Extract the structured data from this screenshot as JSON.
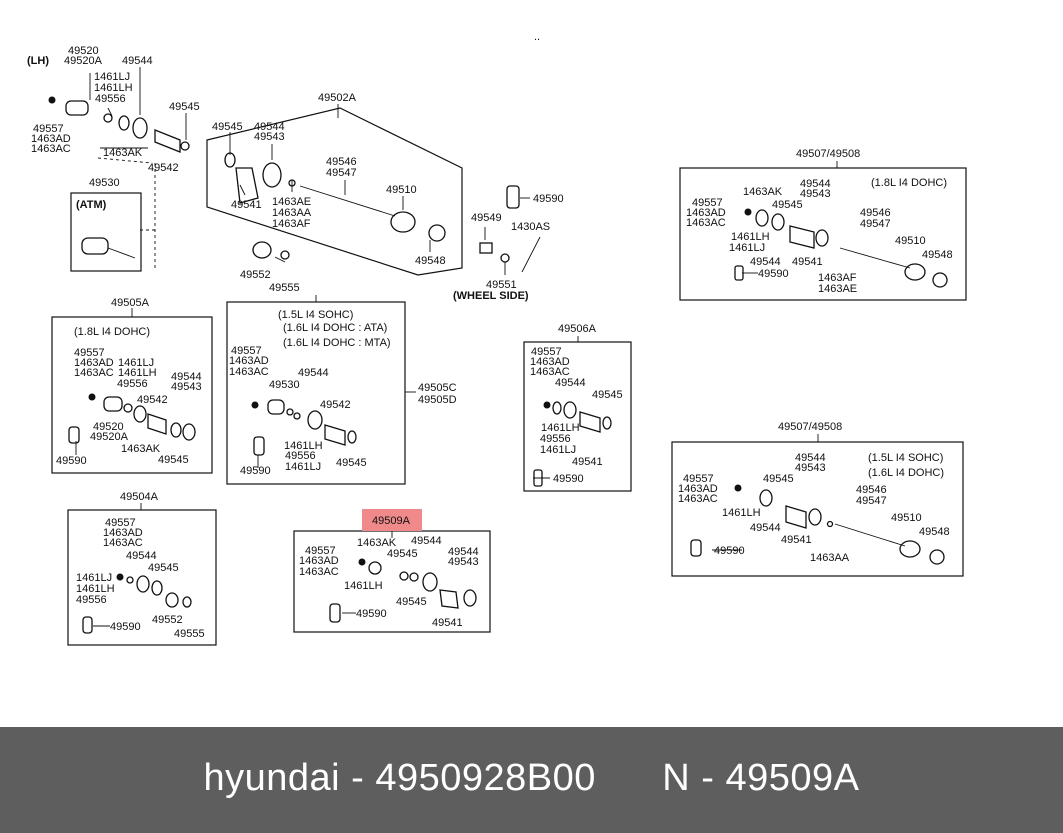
{
  "diagram": {
    "highlight_part": "49509A",
    "highlight_color": "#f08a8a",
    "labels": {
      "top_dots": "..",
      "lh": "(LH)",
      "p49520": "49520",
      "p49520A": "49520A",
      "p49544a": "49544",
      "p1461LJa": "1461LJ",
      "p1461LHa": "1461LH",
      "p49556a": "49556",
      "p49557a": "49557",
      "p1463ADa": "1463AD",
      "p1463ACa": "1463AC",
      "p1463AKa": "1463AK",
      "p49542a": "49542",
      "p49545a": "49545",
      "p49530": "49530",
      "atm": "(ATM)",
      "p49502A": "49502A",
      "p49545b": "49545",
      "p49544b": "49544",
      "p49543b": "49543",
      "p49546b": "49546",
      "p49547b": "49547",
      "p49510b": "49510",
      "p49541b": "49541",
      "p1463AEb": "1463AE",
      "p1463AAb": "1463AA",
      "p1463AFb": "1463AF",
      "p49548b": "49548",
      "p49552b": "49552",
      "p49555b": "49555",
      "p49590c": "49590",
      "p49549": "49549",
      "p1430AS": "1430AS",
      "p49551": "49551",
      "wheel_side": "(WHEEL SIDE)",
      "p49507_49508_top": "49507/49508",
      "dohc18_top": "(1.8L I4 DOHC)",
      "p1463AKd": "1463AK",
      "p49557d": "49557",
      "p1463ADd": "1463AD",
      "p1463ACd": "1463AC",
      "p49544d": "49544",
      "p49543d": "49543",
      "p49545d": "49545",
      "p49546d": "49546",
      "p49547d": "49547",
      "p49510d": "49510",
      "p1461LHd": "1461LH",
      "p1461LJd": "1461LJ",
      "p49548d": "49548",
      "p49544d2": "49544",
      "p49541d": "49541",
      "p49590d": "49590",
      "p1463AFd": "1463AF",
      "p1463AEd": "1463AE",
      "p49505A": "49505A",
      "dohc18_e": "(1.8L I4 DOHC)",
      "p49557e": "49557",
      "p1463ADe": "1463AD",
      "p1463ACe": "1463AC",
      "p1461LJe": "1461LJ",
      "p1461LHe": "1461LH",
      "p49556e": "49556",
      "p49544e": "49544",
      "p49543e": "49543",
      "p49542e": "49542",
      "p49520e": "49520",
      "p49520Ae": "49520A",
      "p1463AKe": "1463AK",
      "p49545e": "49545",
      "p49590e": "49590",
      "sohc15": "(1.5L I4 SOHC)",
      "dohc16ata": "(1.6L I4 DOHC : ATA)",
      "dohc16mta": "(1.6L I4 DOHC : MTA)",
      "p49557f": "49557",
      "p1463ADf": "1463AD",
      "p1463ACf": "1463AC",
      "p49544f": "49544",
      "p49530f": "49530",
      "p49542f": "49542",
      "p1461LHf": "1461LH",
      "p49556f": "49556",
      "p1461LJf": "1461LJ",
      "p49545f": "49545",
      "p49590f": "49590",
      "p49505C": "49505C",
      "p49505D": "49505D",
      "p49506A": "49506A",
      "p49557g": "49557",
      "p1463ADg": "1463AD",
      "p1463ACg": "1463AC",
      "p49544g": "49544",
      "p49545g": "49545",
      "p1461LHg": "1461LH",
      "p49556g": "49556",
      "p1461LJg": "1461LJ",
      "p49541g": "49541",
      "p49590g": "49590",
      "p49507_49508_mid": "49507/49508",
      "sohc15_h": "(1.5L I4 SOHC)",
      "dohc16_h": "(1.6L I4 DOHC)",
      "p49544h": "49544",
      "p49543h": "49543",
      "p49557h": "49557",
      "p1463ADh": "1463AD",
      "p1463ACh": "1463AC",
      "p49545h": "49545",
      "p49546h": "49546",
      "p49547h": "49547",
      "p1461LHh": "1461LH",
      "p49510h": "49510",
      "p49544h2": "49544",
      "p49548h": "49548",
      "p49541h": "49541",
      "p49590h": "49590",
      "p1463AAh": "1463AA",
      "p49504A": "49504A",
      "p49557i": "49557",
      "p1463ADi": "1463AD",
      "p1463ACi": "1463AC",
      "p49544i": "49544",
      "p49545i": "49545",
      "p1461LJi": "1461LJ",
      "p1461LHi": "1461LH",
      "p49556i": "49556",
      "p49552i": "49552",
      "p49590i": "49590",
      "p49555i": "49555",
      "p49509A": "49509A",
      "p49557j": "49557",
      "p1463ADj": "1463AD",
      "p1463ACj": "1463AC",
      "p1463AKj": "1463AK",
      "p49545j": "49545",
      "p49544j": "49544",
      "p49544j2": "49544",
      "p49543j": "49543",
      "p1461LHj": "1461LH",
      "p49545j2": "49545",
      "p49590j": "49590",
      "p49541j": "49541"
    }
  },
  "footer": {
    "brand_part": "hyundai - 4950928B00",
    "alt_part": "N - 49509A",
    "background": "#5e5e5e",
    "text_color": "#ffffff"
  }
}
